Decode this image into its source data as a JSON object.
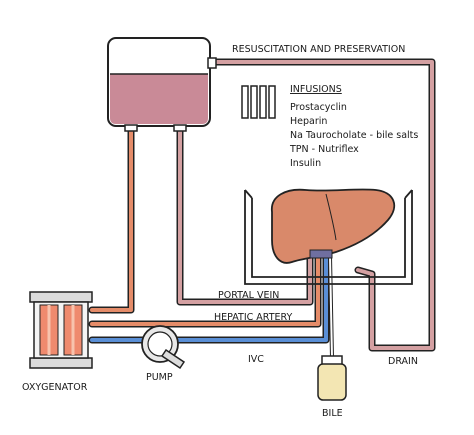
{
  "labels": {
    "resuscitation": "RESUSCITATION AND PRESERVATION",
    "portal_vein": "PORTAL VEIN",
    "hepatic_artery": "HEPATIC ARTERY",
    "ivc": "IVC",
    "drain": "DRAIN",
    "oxygenator": "OXYGENATOR",
    "pump": "PUMP",
    "bile": "BILE"
  },
  "infusions": {
    "heading": "INFUSIONS",
    "items": [
      "Prostacyclin",
      "Heparin",
      "Na Taurocholate - bile salts",
      "TPN - Nutriflex",
      "Insulin"
    ]
  },
  "colors": {
    "reservoir_fluid": "#c98a97",
    "pipe_pink": "#d4a0a2",
    "pipe_orange": "#e58c69",
    "pipe_blue": "#5a8fd6",
    "liver": "#d9896a",
    "oxygenator_core": "#ef8a6e",
    "bile": "#f3e6b3"
  }
}
